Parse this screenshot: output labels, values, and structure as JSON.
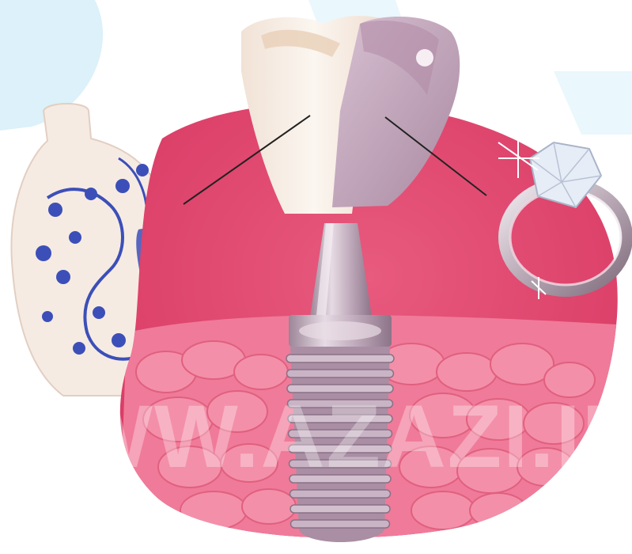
{
  "illustration": {
    "subject": "dental-implant",
    "colors": {
      "gum": "#e0456f",
      "gum_light": "#f07a99",
      "bone": "#f28ca5",
      "implant_metal": "#c7b3c3",
      "crown_metal": "#c9a5bd",
      "porcelain": "#f5ece4",
      "vase_blue": "#3c4fb8",
      "watermark_blue": "#d6eff8"
    },
    "elements": [
      "porcelain-vase",
      "tooth-crown",
      "ring",
      "implant-abutment",
      "implant-screw",
      "bone-tissue"
    ]
  },
  "watermark": {
    "text": "WWW.AZAZI.IR"
  }
}
